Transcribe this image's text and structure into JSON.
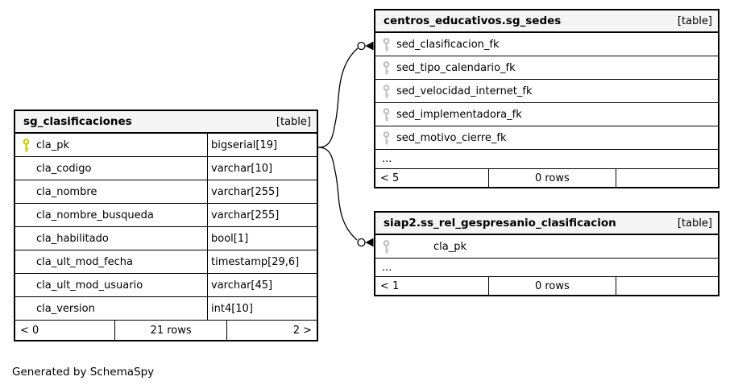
{
  "colors": {
    "pk_key": "#cccc00",
    "fk_key": "#c0c0c0",
    "header_bg": "#f4f4f4",
    "border": "#000000"
  },
  "tables": [
    {
      "name": "sg_clasificaciones",
      "badge": "[table]",
      "columns": [
        {
          "name": "cla_pk",
          "type": "bigserial[19]",
          "key": "primary"
        },
        {
          "name": "cla_codigo",
          "type": "varchar[10]",
          "key": null
        },
        {
          "name": "cla_nombre",
          "type": "varchar[255]",
          "key": null
        },
        {
          "name": "cla_nombre_busqueda",
          "type": "varchar[255]",
          "key": null
        },
        {
          "name": "cla_habilitado",
          "type": "bool[1]",
          "key": null
        },
        {
          "name": "cla_ult_mod_fecha",
          "type": "timestamp[29,6]",
          "key": null
        },
        {
          "name": "cla_ult_mod_usuario",
          "type": "varchar[45]",
          "key": null
        },
        {
          "name": "cla_version",
          "type": "int4[10]",
          "key": null
        }
      ],
      "footer": {
        "left": "< 0",
        "center": "21 rows",
        "right": "2 >"
      }
    },
    {
      "name": "centros_educativos.sg_sedes",
      "badge": "[table]",
      "columns": [
        {
          "name": "sed_clasificacion_fk",
          "key": "foreign"
        },
        {
          "name": "sed_tipo_calendario_fk",
          "key": "foreign"
        },
        {
          "name": "sed_velocidad_internet_fk",
          "key": "foreign"
        },
        {
          "name": "sed_implementadora_fk",
          "key": "foreign"
        },
        {
          "name": "sed_motivo_cierre_fk",
          "key": "foreign"
        }
      ],
      "ellipsis": "...",
      "footer": {
        "left": "< 5",
        "center": "0 rows",
        "right": ""
      }
    },
    {
      "name": "siap2.ss_rel_gespresanio_clasificacion",
      "badge": "[table]",
      "columns": [
        {
          "name": "cla_pk",
          "key": "foreign"
        }
      ],
      "ellipsis": "...",
      "footer": {
        "left": "< 1",
        "center": "0 rows",
        "right": ""
      }
    }
  ],
  "generated_note": "Generated by SchemaSpy"
}
